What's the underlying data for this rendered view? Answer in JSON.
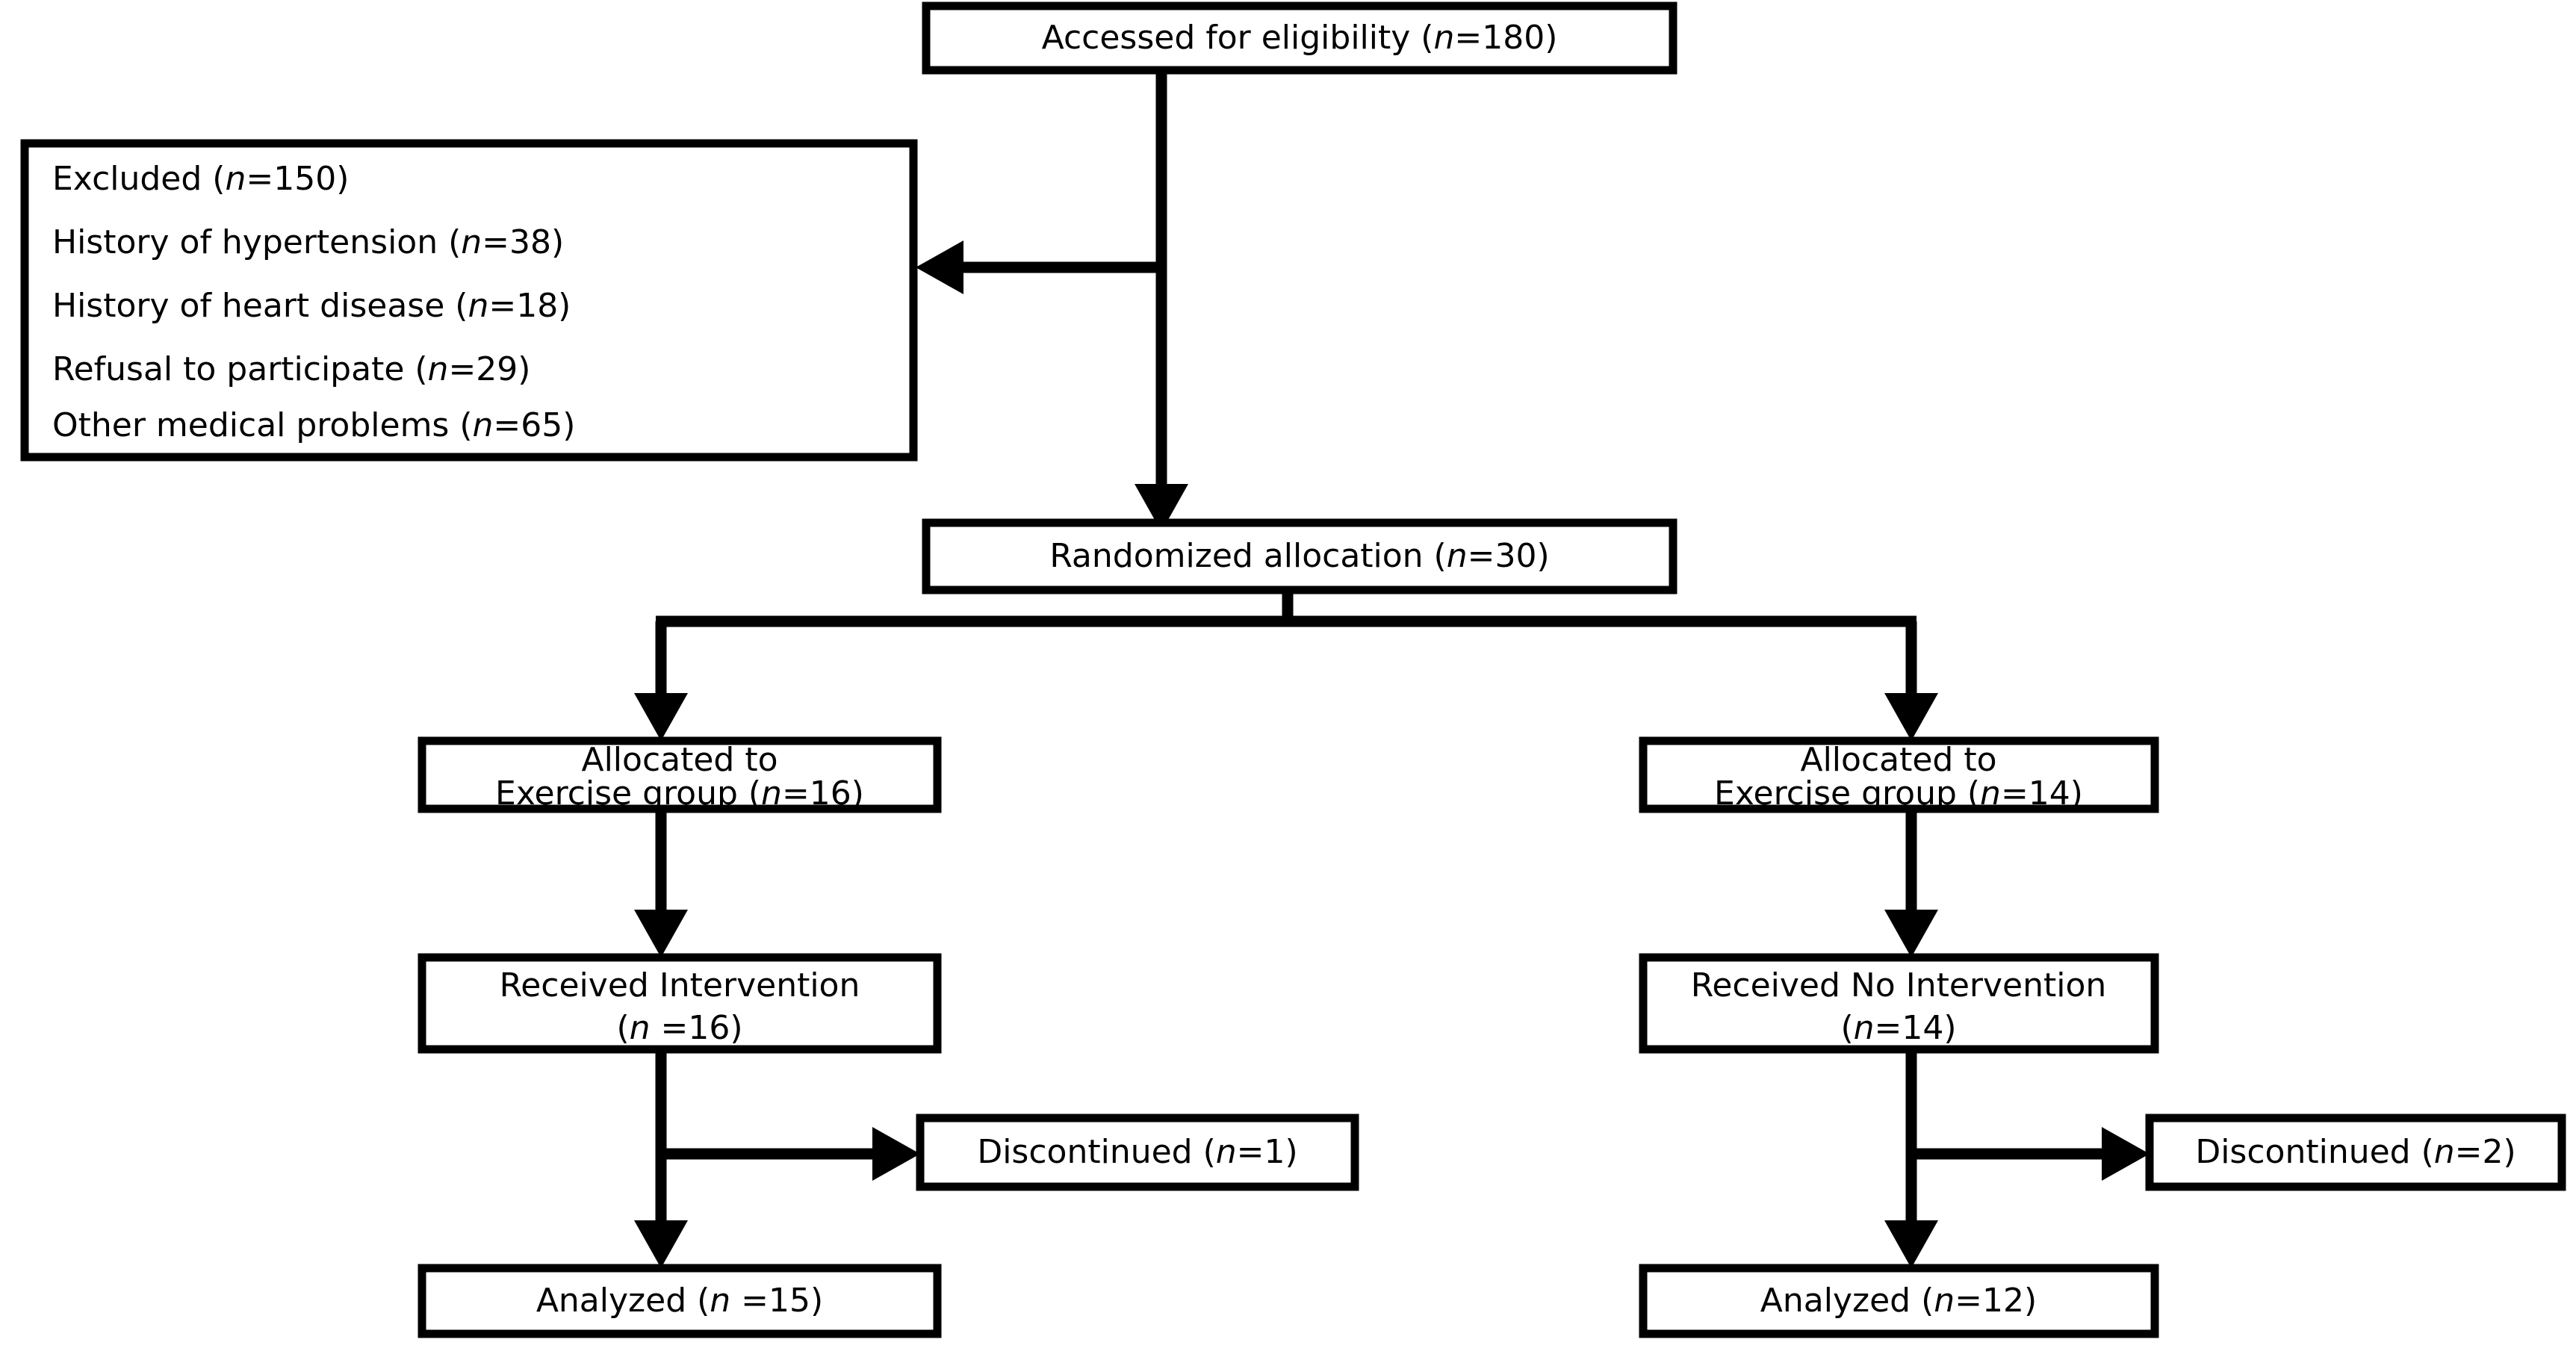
{
  "diagram": {
    "type": "consort-flow-diagram",
    "title": "Participant flow diagram",
    "style": {
      "background": "#ffffff",
      "box_border": "#000000",
      "box_fill": "#ffffff",
      "connector": "#000000"
    },
    "nodes": {
      "eligibility": {
        "name": "accessed-for-eligibility",
        "lines": [
          {
            "prefix": "Accessed for eligibility (",
            "italic": "n",
            "suffix": "=180)"
          }
        ],
        "plain_text": "Accessed for eligibility (n=180)"
      },
      "excluded": {
        "name": "excluded",
        "lines": [
          {
            "prefix": "Excluded (",
            "italic": "n",
            "suffix": "=150)"
          },
          {
            "prefix": "History of hypertension (",
            "italic": "n",
            "suffix": "=38)"
          },
          {
            "prefix": "History of heart disease (",
            "italic": "n",
            "suffix": "=18)"
          },
          {
            "prefix": "Refusal to participate (",
            "italic": "n",
            "suffix": "=29)"
          },
          {
            "prefix": "Other medical problems (",
            "italic": "n",
            "suffix": "=65)"
          }
        ],
        "plain_text": "Excluded (n=150); History of hypertension (n=38); History of heart disease (n=18); Refusal to participate (n=29); Other medical problems (n=65)"
      },
      "randomized": {
        "name": "randomized-allocation",
        "lines": [
          {
            "prefix": "Randomized allocation (",
            "italic": "n",
            "suffix": "=30)"
          }
        ],
        "plain_text": "Randomized allocation (n=30)"
      },
      "allocated_left": {
        "name": "allocated-left",
        "lines": [
          {
            "prefix": "Allocated to",
            "italic": "",
            "suffix": ""
          },
          {
            "prefix": "Exercise group (",
            "italic": "n",
            "suffix": "=16)"
          }
        ],
        "plain_text": "Allocated to Exercise group (n=16)"
      },
      "allocated_right": {
        "name": "allocated-right",
        "lines": [
          {
            "prefix": "Allocated to",
            "italic": "",
            "suffix": ""
          },
          {
            "prefix": "Exercise group (",
            "italic": "n",
            "suffix": "=14)"
          }
        ],
        "plain_text": "Allocated to Exercise group (n=14)"
      },
      "received_left": {
        "name": "received-intervention-left",
        "lines": [
          {
            "prefix": "Received Intervention",
            "italic": "",
            "suffix": ""
          },
          {
            "prefix": "(",
            "italic": "n",
            "suffix": " =16)"
          }
        ],
        "plain_text": "Received Intervention (n =16)"
      },
      "received_right": {
        "name": "received-no-intervention-right",
        "lines": [
          {
            "prefix": "Received No Intervention",
            "italic": "",
            "suffix": ""
          },
          {
            "prefix": "(",
            "italic": "n",
            "suffix": "=14)"
          }
        ],
        "plain_text": "Received No Intervention (n=14)"
      },
      "discontinued_left": {
        "name": "discontinued-left",
        "lines": [
          {
            "prefix": "Discontinued (",
            "italic": "n",
            "suffix": "=1)"
          }
        ],
        "plain_text": "Discontinued (n=1)"
      },
      "discontinued_right": {
        "name": "discontinued-right",
        "lines": [
          {
            "prefix": "Discontinued (",
            "italic": "n",
            "suffix": "=2)"
          }
        ],
        "plain_text": "Discontinued (n=2)"
      },
      "analyzed_left": {
        "name": "analyzed-left",
        "lines": [
          {
            "prefix": "Analyzed (",
            "italic": "n",
            "suffix": " =15)"
          }
        ],
        "plain_text": "Analyzed (n =15)"
      },
      "analyzed_right": {
        "name": "analyzed-right",
        "lines": [
          {
            "prefix": "Analyzed (",
            "italic": "n",
            "suffix": "=12)"
          }
        ],
        "plain_text": "Analyzed (n=12)"
      }
    },
    "flow_values": {
      "assessed": 180,
      "excluded_total": 150,
      "excluded_reasons": [
        {
          "reason": "History of hypertension",
          "n": 38
        },
        {
          "reason": "History of heart disease",
          "n": 18
        },
        {
          "reason": "Refusal to participate",
          "n": 29
        },
        {
          "reason": "Other medical problems",
          "n": 65
        }
      ],
      "randomized": 30,
      "arms": [
        {
          "side": "left",
          "allocated": 16,
          "received": 16,
          "discontinued": 1,
          "analyzed": 15
        },
        {
          "side": "right",
          "allocated": 14,
          "received": 14,
          "discontinued": 2,
          "analyzed": 12
        }
      ]
    }
  }
}
